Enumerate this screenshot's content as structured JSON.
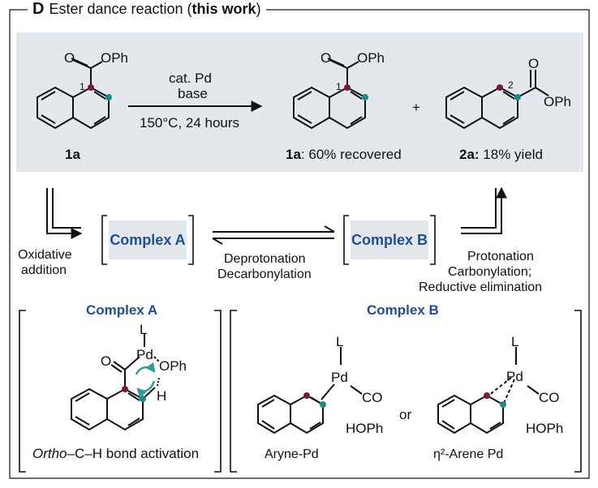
{
  "panel": {
    "letter": "D",
    "title_prefix": "Ester dance reaction (",
    "title_bold": "this work",
    "title_suffix": ")"
  },
  "reaction": {
    "cond_line1": "cat. Pd",
    "cond_line2": "base",
    "cond_line3": "150°C, 24 hours",
    "sm_label": "1a",
    "prod1_label_bold": "1a",
    "prod1_label_rest": ": 60% recovered",
    "prod2_label_bold": "2a:",
    "prod2_label_rest": " 18% yield",
    "plus": "+",
    "pos1": "1",
    "pos2": "2",
    "carbonyl_o": "O",
    "ester_oph": "OPh"
  },
  "cycle": {
    "complex_a": "Complex A",
    "complex_b": "Complex B",
    "oxidative_1": "Oxidative",
    "oxidative_2": "addition",
    "deprot": "Deprotonation",
    "decarb": "Decarbonylation",
    "proton": "Protonation",
    "carbonyl": "Carbonylation;",
    "reductive": "Reductive elimination"
  },
  "detail": {
    "complex_a_title": "Complex A",
    "complex_b_title": "Complex B",
    "pd": "Pd",
    "l": "L",
    "o": "O",
    "oph": "OPh",
    "h": "H",
    "co": "CO",
    "hoph": "HOPh",
    "or": "or",
    "ortho_italic": "Ortho",
    "ortho_rest": "–C–H bond activation",
    "aryne_pd": "Aryne-Pd",
    "arene_pd": "η²-Arene Pd"
  },
  "colors": {
    "highlight_bg": "#e3e8ec",
    "label_blue": "#1f4e96",
    "dot_maroon": "#7a1a3a",
    "dot_teal": "#1d8a8a",
    "arrow_teal": "#2a9a9a"
  }
}
